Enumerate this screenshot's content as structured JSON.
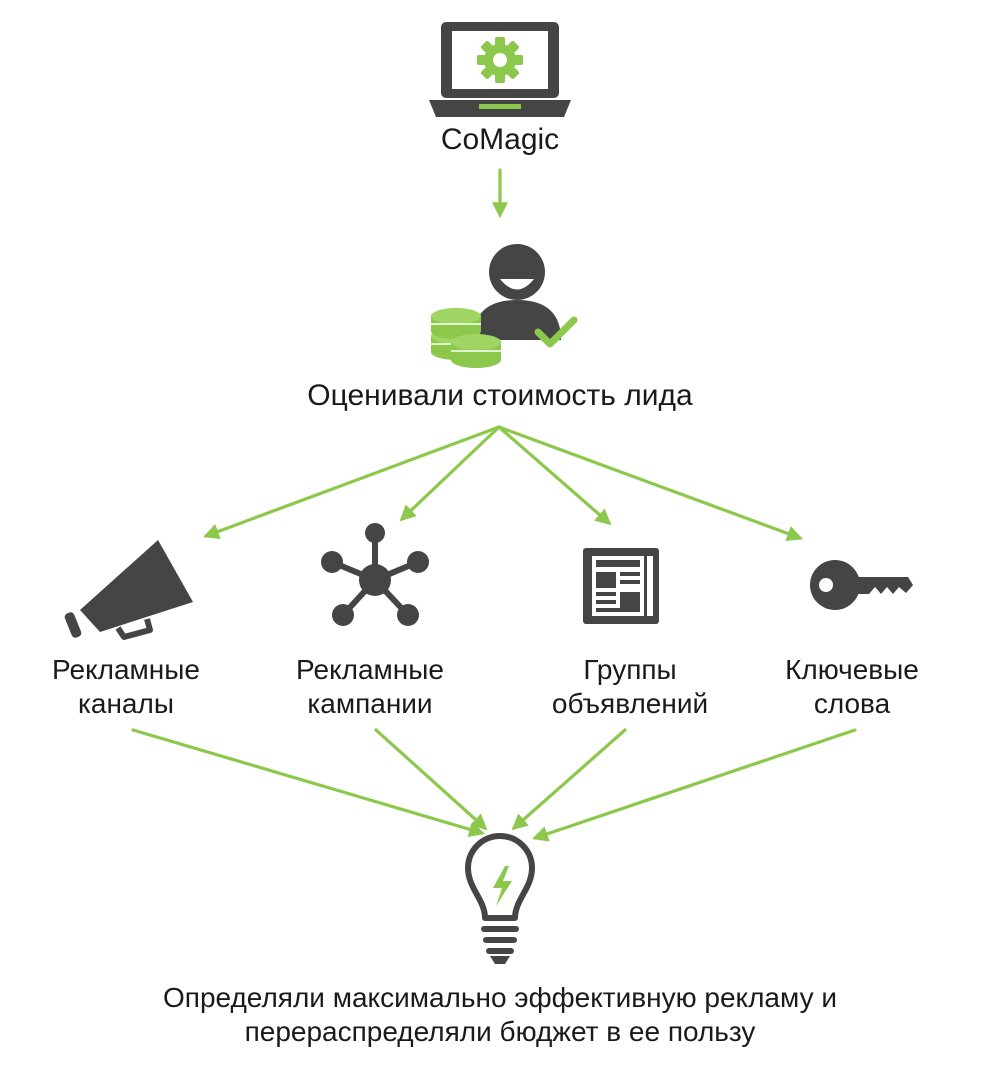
{
  "colors": {
    "accent": "#8cc84b",
    "icon": "#454545",
    "text": "#1a1a1a",
    "background": "#ffffff"
  },
  "source": {
    "label": "CoMagic",
    "icon": "laptop-gear-icon"
  },
  "lead": {
    "label": "Оценивали стоимость лида",
    "icon": "person-coins-check-icon"
  },
  "categories": [
    {
      "line1": "Рекламные",
      "line2": "каналы",
      "icon": "megaphone-icon"
    },
    {
      "line1": "Рекламные",
      "line2": "кампании",
      "icon": "network-hub-icon"
    },
    {
      "line1": "Группы",
      "line2": "объявлений",
      "icon": "newspaper-icon"
    },
    {
      "line1": "Ключевые",
      "line2": "слова",
      "icon": "key-icon"
    }
  ],
  "result": {
    "line1": "Определяли максимально эффективную рекламу и",
    "line2": "перераспределяли бюджет в ее пользу",
    "icon": "lightbulb-icon"
  }
}
